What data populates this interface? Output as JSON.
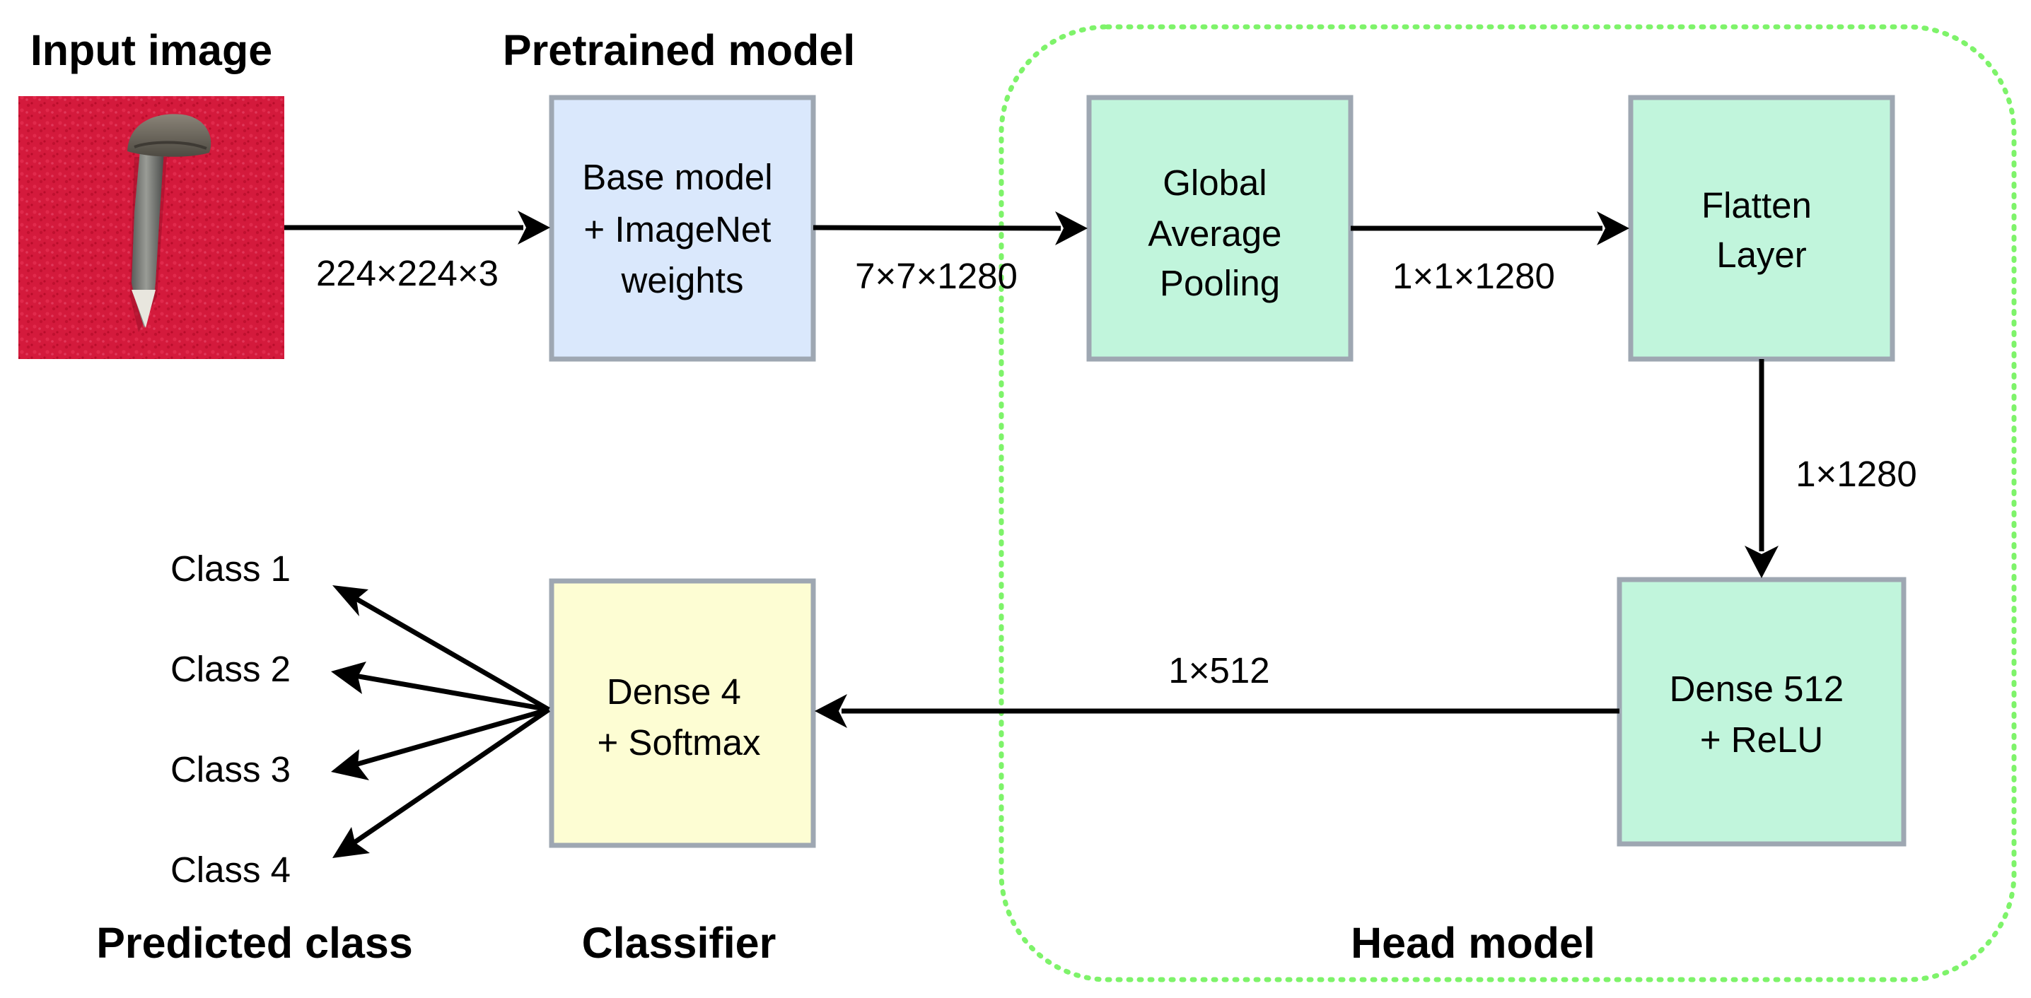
{
  "titles": {
    "input_image": "Input image",
    "pretrained_model": "Pretrained model",
    "head_model": "Head model",
    "predicted_class": "Predicted class",
    "classifier": "Classifier"
  },
  "boxes": {
    "base_model": [
      "Base model",
      "+ ImageNet",
      "weights"
    ],
    "global_avg_pooling": [
      "Global",
      "Average",
      "Pooling"
    ],
    "flatten_layer": [
      "Flatten",
      "Layer"
    ],
    "dense_512": [
      "Dense 512",
      "+ ReLU"
    ],
    "dense_4": [
      "Dense 4",
      "+ Softmax"
    ]
  },
  "edge_labels": {
    "input_to_base": "224×224×3",
    "base_to_gap": "7×7×1280",
    "gap_to_flatten": "1×1×1280",
    "flatten_to_dense512": "1×1280",
    "dense512_to_dense4": "1×512"
  },
  "classes": [
    "Class 1",
    "Class 2",
    "Class 3",
    "Class 4"
  ],
  "colors": {
    "base_model_fill": "#dae8fc",
    "head_fill": "#c1f5dc",
    "classifier_fill": "#fdfdd3",
    "box_border": "#9ea7b2",
    "head_group_border": "#7ef36a",
    "input_image_background": "#d41a3c"
  }
}
